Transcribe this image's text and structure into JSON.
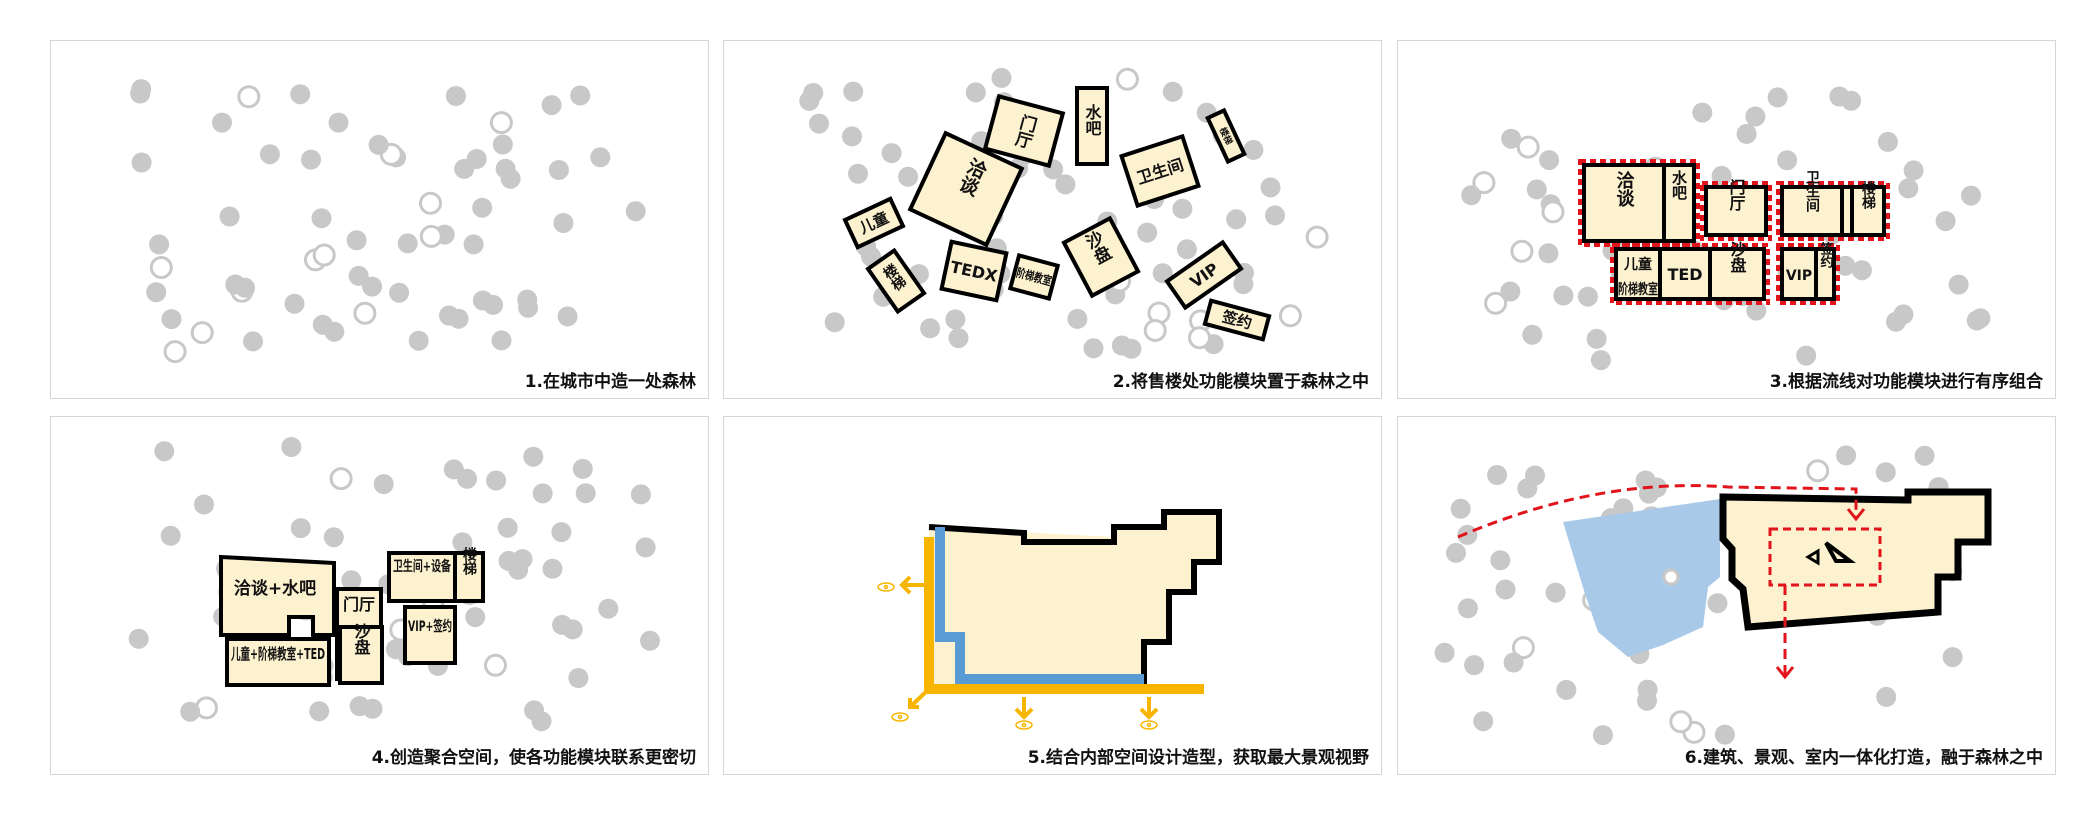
{
  "panels": [
    {
      "caption": "1.在城市中造一处森林"
    },
    {
      "caption": "2.将售楼处功能模块置于森林之中"
    },
    {
      "caption": "3.根据流线对功能模块进行有序组合"
    },
    {
      "caption": "4.创造聚合空间，使各功能模块联系更密切"
    },
    {
      "caption": "5.结合内部空间设计造型，获取最大景观视野"
    },
    {
      "caption": "6.建筑、景观、室内一体化打造，融于森林之中"
    }
  ],
  "blocks": {
    "water_bar": "水吧",
    "lobby": "门厅",
    "negotiation": "洽谈",
    "restroom": "卫生间",
    "children": "儿童",
    "stairs": "楼梯",
    "tedx": "TEDX",
    "stair_classroom": "阶梯教室",
    "sand_table": "沙盘",
    "vip": "VIP",
    "signing": "签约",
    "stairs_small": "楼梯",
    "ted": "TED",
    "children_stair_classroom": "儿童阶梯教室"
  },
  "merged": {
    "negotiation_water_bar": "洽谈+水吧",
    "lobby": "门厅",
    "restroom_equipment": "卫生间+设备",
    "stairs": "楼梯",
    "vip_signing": "VIP+签约",
    "sand_table": "沙盘",
    "children_classroom_ted": "儿童+阶梯教室+TED"
  },
  "colors": {
    "tree": "#c8c8c8",
    "tree_open": "#ffffff",
    "block_fill": "#fdf2cf",
    "block_stroke": "#000000",
    "dash_red": "#e2141b",
    "view_yellow": "#f7b500",
    "glass_blue": "#5b9bd5",
    "water_blue": "#a9c9e8"
  },
  "icons": {
    "tree": "tree-circle-icon",
    "view": "view-eye-icon",
    "flow_arrow": "flow-arrow-icon"
  }
}
